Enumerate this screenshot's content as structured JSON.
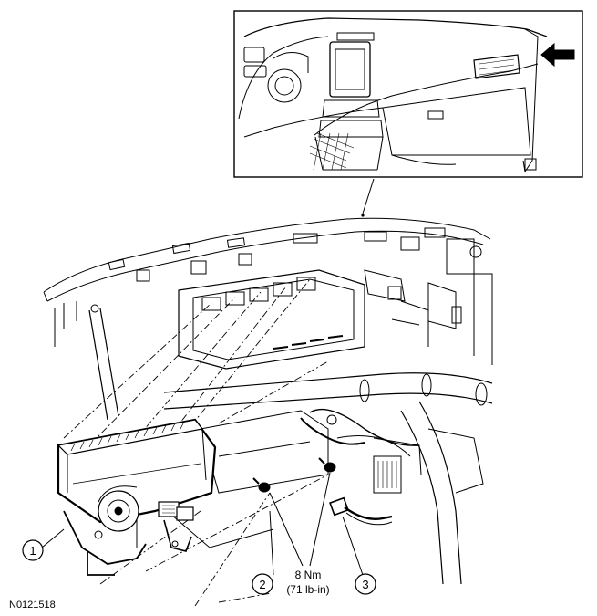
{
  "figure_id": "N0121518",
  "callouts": [
    {
      "label": "1"
    },
    {
      "label": "2"
    },
    {
      "label": "3"
    }
  ],
  "torque": {
    "metric": "8 Nm",
    "imperial": "(71 lb-in)"
  },
  "view_arrow_icon": "arrow-left-icon"
}
